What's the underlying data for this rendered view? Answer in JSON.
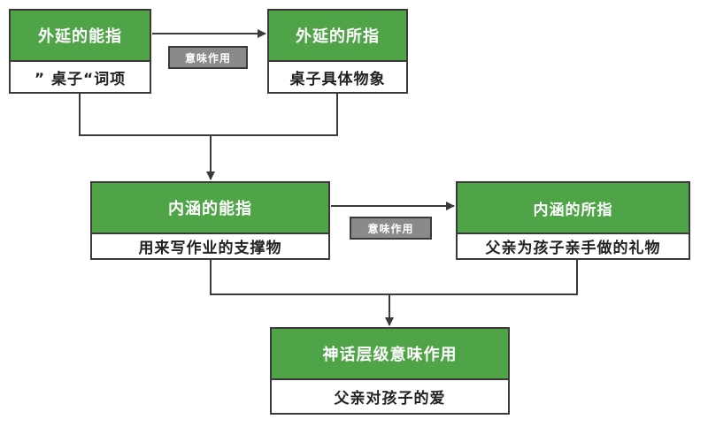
{
  "nodes": {
    "denotation_signifier": {
      "title": "外延的能指",
      "content": "” 桌子“词项"
    },
    "denotation_signified": {
      "title": "外延的所指",
      "content": "桌子具体物象"
    },
    "connotation_signifier": {
      "title": "内涵的能指",
      "content": "用来写作业的支撑物"
    },
    "connotation_signified": {
      "title": "内涵的所指",
      "content": "父亲为孩子亲手做的礼物"
    },
    "myth_signification": {
      "title": "神话层级意味作用",
      "content": "父亲对孩子的爱"
    }
  },
  "edges": {
    "denotation_label": "意味作用",
    "connotation_label": "意味作用"
  },
  "colors": {
    "header_green": "#4ea447",
    "label_gray": "#8a8a8a",
    "stroke": "#3a3a3a"
  }
}
